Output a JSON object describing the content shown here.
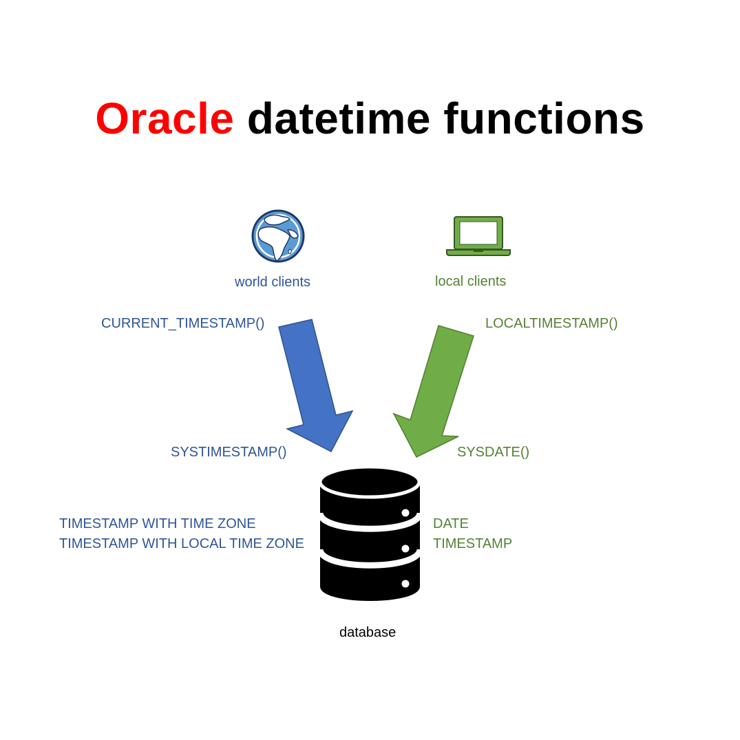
{
  "title": {
    "brand": "Oracle",
    "rest": "datetime functions"
  },
  "colors": {
    "brand_red": "#FF0000",
    "blue_text": "#2F5597",
    "green_text": "#548235",
    "blue_arrow": "#4472C4",
    "green_arrow": "#70AD47"
  },
  "world": {
    "icon": "globe-icon",
    "label": "world clients"
  },
  "local": {
    "icon": "laptop-icon",
    "label": "local clients"
  },
  "functions": {
    "current_timestamp": "CURRENT_TIMESTAMP()",
    "localtimestamp": "LOCALTIMESTAMP()",
    "systimestamp": "SYSTIMESTAMP()",
    "sysdate": "SYSDATE()"
  },
  "types": {
    "left": [
      "TIMESTAMP WITH TIME ZONE",
      "TIMESTAMP WITH LOCAL TIME ZONE"
    ],
    "right": [
      "DATE",
      "TIMESTAMP"
    ]
  },
  "database": {
    "icon": "database-icon",
    "label": "database"
  }
}
